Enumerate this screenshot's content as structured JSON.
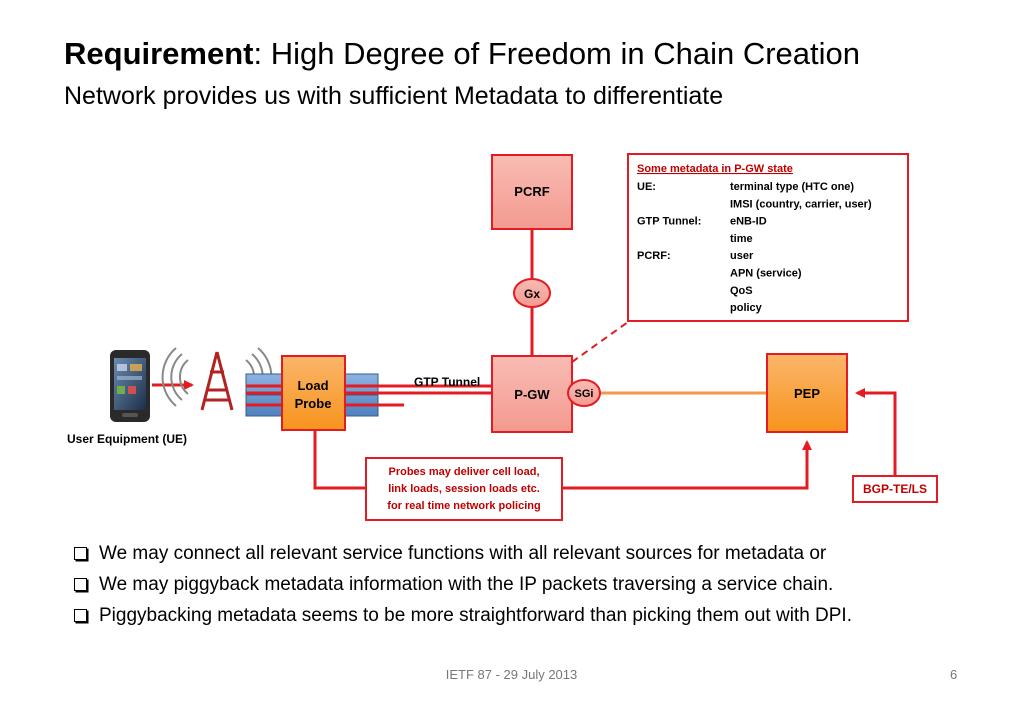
{
  "title": {
    "bold_part": "Requirement",
    "rest": ": High Degree of Freedom in Chain Creation",
    "subtitle": "Network provides us with sufficient Metadata to differentiate"
  },
  "diagram": {
    "nodes": {
      "pcrf": "PCRF",
      "gx": "Gx",
      "pgw": "P-GW",
      "sgi": "SGi",
      "pep": "PEP",
      "load_probe_line1": "Load",
      "load_probe_line2": "Probe",
      "ue_label": "User Equipment (UE)",
      "gtp_tunnel": "GTP Tunnel",
      "bgp": "BGP-TE/LS"
    },
    "metadata_box": {
      "title": "Some metadata in P-GW state",
      "rows": [
        {
          "key": "UE:",
          "value": "terminal type (HTC one)"
        },
        {
          "key": "",
          "value": "IMSI (country, carrier, user)"
        },
        {
          "key": "GTP Tunnel:",
          "value": "eNB-ID"
        },
        {
          "key": "",
          "value": "time"
        },
        {
          "key": "PCRF:",
          "value": "user"
        },
        {
          "key": "",
          "value": "APN (service)"
        },
        {
          "key": "",
          "value": "QoS"
        },
        {
          "key": "",
          "value": "policy"
        }
      ]
    },
    "probe_note": {
      "line1": "Probes may deliver cell load,",
      "line2": "link loads, session loads etc.",
      "line3": "for real time network policing"
    },
    "colors": {
      "red": "#e31b23",
      "pcrf_fill": "#f6a8a0",
      "probe_fill": "#f7941d",
      "blue_bar": "#4f81bd",
      "orange_line": "#f79646"
    }
  },
  "bullets": [
    "We may connect all relevant service functions with all relevant sources for metadata or",
    "We may piggyback metadata information with the IP packets traversing a service chain.",
    "Piggybacking metadata seems to be more straightforward than picking them out with DPI."
  ],
  "footer": {
    "center": "IETF 87 - 29 July 2013",
    "page": "6"
  }
}
